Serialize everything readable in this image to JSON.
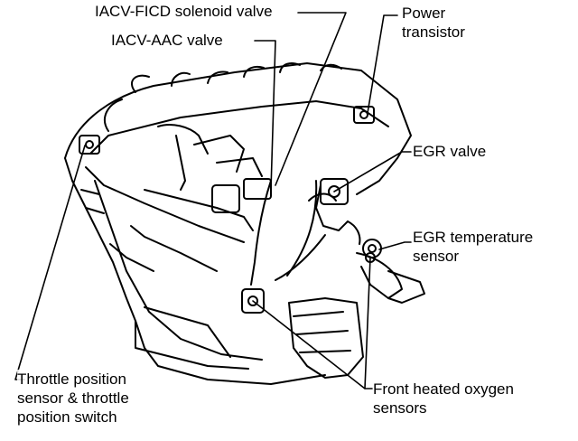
{
  "labels": {
    "iacv_ficd": [
      "IACV-FICD solenoid valve"
    ],
    "iacv_aac": [
      "IACV-AAC valve"
    ],
    "power_transistor": [
      "Power",
      "transistor"
    ],
    "egr_valve": [
      "EGR valve"
    ],
    "egr_temp": [
      "EGR temperature",
      "sensor"
    ],
    "throttle": [
      "Throttle position",
      "sensor & throttle",
      "position switch"
    ],
    "oxygen": [
      "Front heated oxygen",
      "sensors"
    ]
  },
  "colors": {
    "ink": "#000000",
    "paper": "#ffffff"
  }
}
